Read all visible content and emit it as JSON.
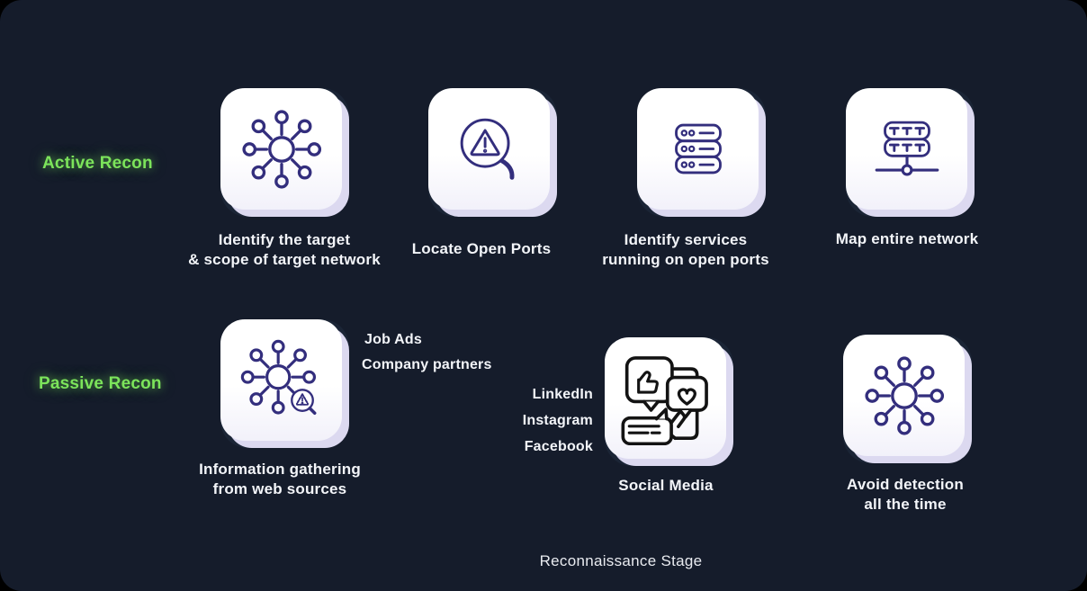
{
  "colors": {
    "background": "#151C2B",
    "accent_green": "#7CE45B",
    "icon_purple": "#332E7D",
    "icon_black": "#131313",
    "card_white": "#FFFFFF",
    "card_shadow_lavender": "#DCD9F0",
    "card_shadow_dark": "#1B2536",
    "text": "#F3F5F9"
  },
  "groups": {
    "active": {
      "label": "Active Recon"
    },
    "passive": {
      "label": "Passive Recon"
    }
  },
  "cards": {
    "identify_target": {
      "icon": "network-hub-icon",
      "line1": "Identify the target",
      "line2": "& scope of target network"
    },
    "locate_ports": {
      "icon": "search-warning-icon",
      "line1": "Locate Open Ports"
    },
    "identify_services": {
      "icon": "server-stack-icon",
      "line1": "Identify services",
      "line2": "running on open ports"
    },
    "map_network": {
      "icon": "server-network-icon",
      "line1": "Map entire network"
    },
    "info_gathering": {
      "icon": "network-hub-search-icon",
      "line1": "Information gathering",
      "line2": "from web sources"
    },
    "social_media": {
      "icon": "social-media-icon",
      "line1": "Social Media"
    },
    "avoid_detection": {
      "icon": "network-hub-icon",
      "line1": "Avoid detection",
      "line2": "all the time"
    }
  },
  "annotations": {
    "job_ads": "Job Ads",
    "company_partners": "Company partners",
    "linkedin": "LinkedIn",
    "instagram": "Instagram",
    "facebook": "Facebook"
  },
  "footer": {
    "caption": "Reconnaissance Stage"
  }
}
